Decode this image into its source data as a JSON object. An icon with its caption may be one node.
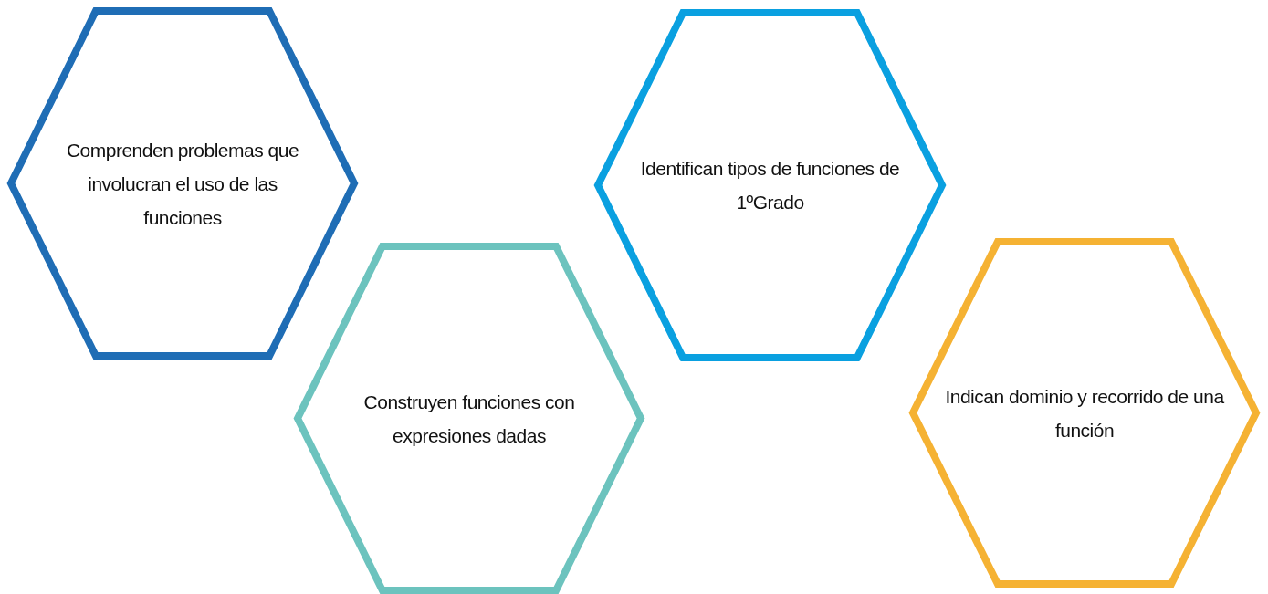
{
  "diagram": {
    "nodes": [
      {
        "text": [
          "Comprenden problemas que involucran el uso de las funciones"
        ]
      },
      {
        "text": [
          "Construyen funciones con expresiones dadas"
        ]
      },
      {
        "text": [
          "Identifican tipos de funciones de 1ºGrado"
        ]
      },
      {
        "text": [
          "Indican dominio y recorrido de una función"
        ]
      }
    ]
  }
}
